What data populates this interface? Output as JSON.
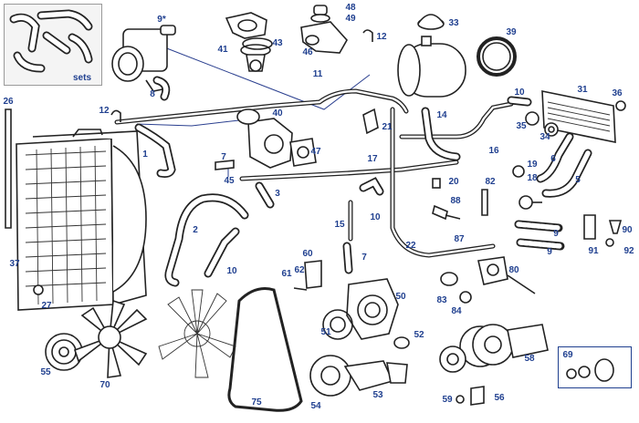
{
  "sets_label": "sets",
  "callouts": [
    {
      "id": "c-9star",
      "text": "9*"
    },
    {
      "id": "c-48",
      "text": "48"
    },
    {
      "id": "c-49",
      "text": "49"
    },
    {
      "id": "c-33",
      "text": "33"
    },
    {
      "id": "c-39",
      "text": "39"
    },
    {
      "id": "c-41",
      "text": "41"
    },
    {
      "id": "c-43",
      "text": "43"
    },
    {
      "id": "c-46",
      "text": "46"
    },
    {
      "id": "c-12a",
      "text": "12"
    },
    {
      "id": "c-11",
      "text": "11"
    },
    {
      "id": "c-8",
      "text": "8"
    },
    {
      "id": "c-10a",
      "text": "10"
    },
    {
      "id": "c-31",
      "text": "31"
    },
    {
      "id": "c-36",
      "text": "36"
    },
    {
      "id": "c-26",
      "text": "26"
    },
    {
      "id": "c-12b",
      "text": "12"
    },
    {
      "id": "c-40",
      "text": "40"
    },
    {
      "id": "c-21",
      "text": "21"
    },
    {
      "id": "c-14",
      "text": "14"
    },
    {
      "id": "c-35",
      "text": "35"
    },
    {
      "id": "c-34",
      "text": "34"
    },
    {
      "id": "c-16",
      "text": "16"
    },
    {
      "id": "c-1",
      "text": "1"
    },
    {
      "id": "c-47",
      "text": "47"
    },
    {
      "id": "c-17",
      "text": "17"
    },
    {
      "id": "c-19",
      "text": "19"
    },
    {
      "id": "c-7a",
      "text": "7"
    },
    {
      "id": "c-6",
      "text": "6"
    },
    {
      "id": "c-45",
      "text": "45"
    },
    {
      "id": "c-18",
      "text": "18"
    },
    {
      "id": "c-5",
      "text": "5"
    },
    {
      "id": "c-20",
      "text": "20"
    },
    {
      "id": "c-82",
      "text": "82"
    },
    {
      "id": "c-3",
      "text": "3"
    },
    {
      "id": "c-88",
      "text": "88"
    },
    {
      "id": "c-10b",
      "text": "10"
    },
    {
      "id": "c-15",
      "text": "15"
    },
    {
      "id": "c-2",
      "text": "2"
    },
    {
      "id": "c-87",
      "text": "87"
    },
    {
      "id": "c-90",
      "text": "90"
    },
    {
      "id": "c-9a",
      "text": "9"
    },
    {
      "id": "c-22",
      "text": "22"
    },
    {
      "id": "c-91",
      "text": "91"
    },
    {
      "id": "c-92",
      "text": "92"
    },
    {
      "id": "c-37",
      "text": "37"
    },
    {
      "id": "c-60",
      "text": "60"
    },
    {
      "id": "c-7b",
      "text": "7"
    },
    {
      "id": "c-9b",
      "text": "9"
    },
    {
      "id": "c-62",
      "text": "62"
    },
    {
      "id": "c-10c",
      "text": "10"
    },
    {
      "id": "c-61",
      "text": "61"
    },
    {
      "id": "c-80",
      "text": "80"
    },
    {
      "id": "c-27",
      "text": "27"
    },
    {
      "id": "c-83",
      "text": "83"
    },
    {
      "id": "c-50",
      "text": "50"
    },
    {
      "id": "c-84",
      "text": "84"
    },
    {
      "id": "c-51",
      "text": "51"
    },
    {
      "id": "c-52",
      "text": "52"
    },
    {
      "id": "c-55",
      "text": "55"
    },
    {
      "id": "c-58",
      "text": "58"
    },
    {
      "id": "c-69",
      "text": "69"
    },
    {
      "id": "c-70",
      "text": "70"
    },
    {
      "id": "c-53",
      "text": "53"
    },
    {
      "id": "c-75",
      "text": "75"
    },
    {
      "id": "c-54",
      "text": "54"
    },
    {
      "id": "c-59",
      "text": "59"
    },
    {
      "id": "c-56",
      "text": "56"
    }
  ]
}
